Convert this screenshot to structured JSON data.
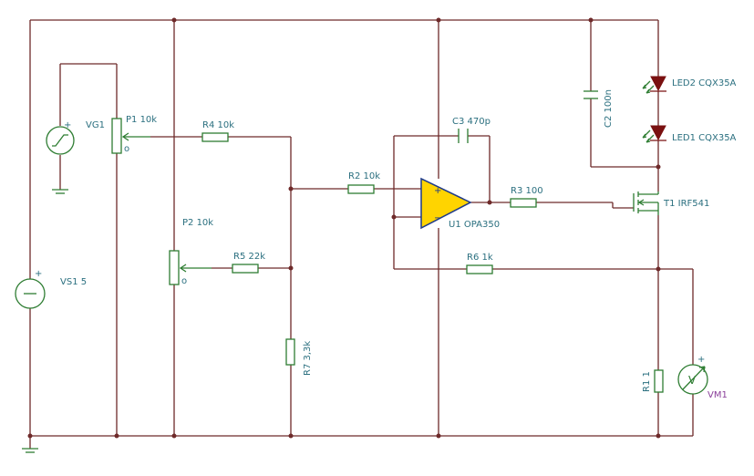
{
  "labels": {
    "vg1": "VG1",
    "p1": "P1 10k",
    "r4": "R4 10k",
    "p2": "P2 10k",
    "r5": "R5 22k",
    "r7": "R7 3,3k",
    "r2": "R2 10k",
    "c3": "C3 470p",
    "u1": "U1 OPA350",
    "r3": "R3 100",
    "r6": "R6 1k",
    "c2": "C2 100n",
    "led2": "LED2 CQX35A",
    "led1": "LED1 CQX35A",
    "t1": "T1 IRF541",
    "r1": "R1 1",
    "vs1": "VS1 5",
    "vm1": "VM1",
    "plus": "+",
    "minus": "−",
    "voltmeter": "V",
    "wiper_mark": "o"
  },
  "colors": {
    "wire": "#6e2a2a",
    "component": "#2e7d32",
    "opamp_fill": "#ffd400",
    "led_fill": "#7a1010",
    "label": "#2a6f7f",
    "meter_label": "#8a3f9a"
  }
}
